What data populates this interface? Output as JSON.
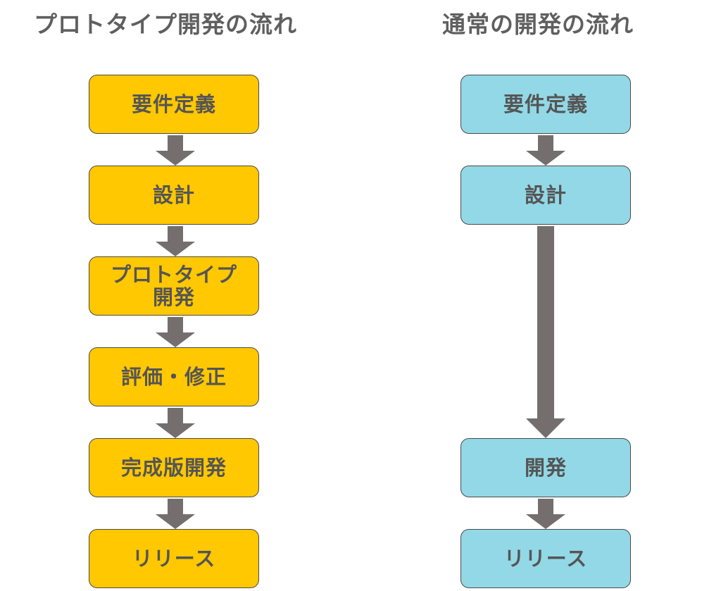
{
  "left_flow": {
    "title": "プロトタイプ開発の流れ",
    "steps": [
      {
        "label": "要件定義"
      },
      {
        "label": "設計"
      },
      {
        "label": "プロトタイプ",
        "label2": "開発"
      },
      {
        "label": "評価・修正"
      },
      {
        "label": "完成版開発"
      },
      {
        "label": "リリース"
      }
    ]
  },
  "right_flow": {
    "title": "通常の開発の流れ",
    "steps": [
      {
        "label": "要件定義"
      },
      {
        "label": "設計"
      },
      {
        "label": "開発"
      },
      {
        "label": "リリース"
      }
    ]
  },
  "colors": {
    "prototype_box": "#ffc800",
    "normal_box": "#93d8e6",
    "arrow": "#756e6e",
    "text": "#555555"
  }
}
